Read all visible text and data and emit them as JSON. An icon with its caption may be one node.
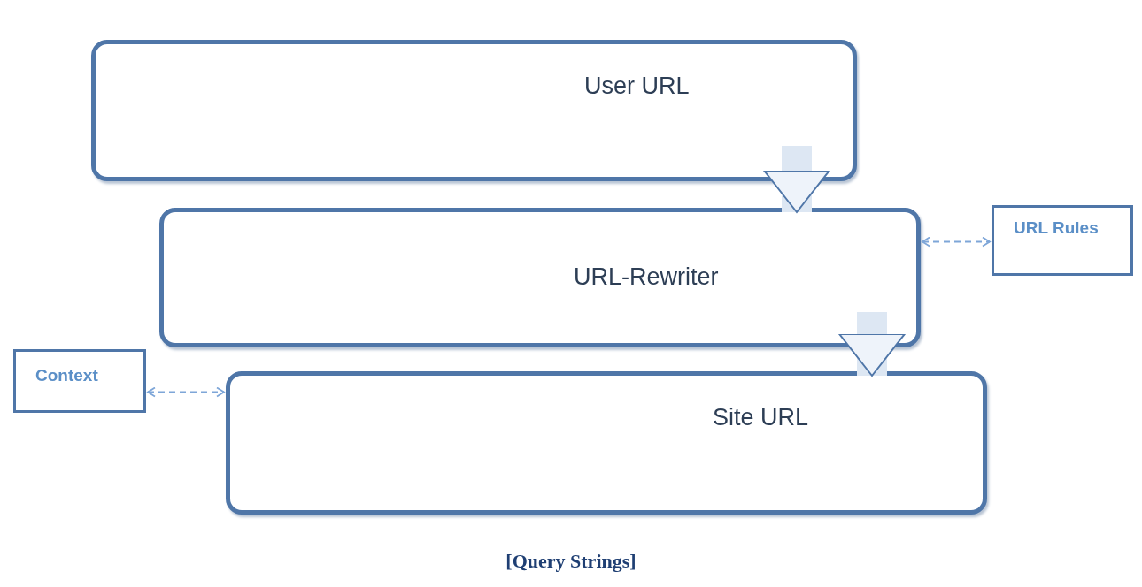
{
  "diagram": {
    "caption": "[Query Strings]",
    "nodes": [
      {
        "text": [
          "User URL"
        ]
      },
      {
        "text": [
          "URL-Rewriter"
        ]
      },
      {
        "text": [
          "URL Rules"
        ]
      },
      {
        "text": [
          "Context"
        ]
      },
      {
        "text": [
          "Site URL"
        ]
      }
    ],
    "edges": [
      {
        "from": 0,
        "to": 1,
        "arrow": "to",
        "style": "thick"
      },
      {
        "from": 1,
        "to": 2,
        "arrow": "both",
        "style": "dashed",
        "color": "#7ea6d8"
      },
      {
        "from": 3,
        "to": 4,
        "arrow": "both",
        "style": "dashed",
        "color": "#7ea6d8"
      },
      {
        "from": 1,
        "to": 4,
        "arrow": "to",
        "style": "thick"
      }
    ]
  }
}
